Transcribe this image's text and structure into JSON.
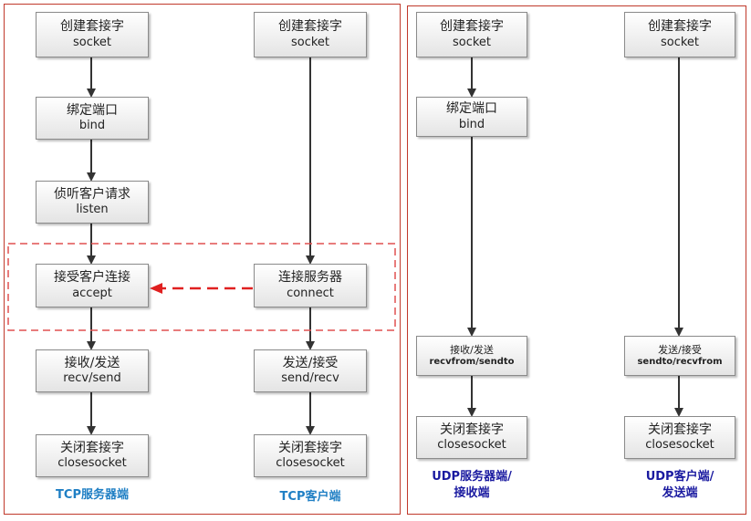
{
  "colors": {
    "tcp_caption": "#1f7fc4",
    "udp_caption": "#1a1aa0",
    "panel_border": "#c0392b",
    "connect_arrow": "#e02020",
    "line": "#333333"
  },
  "tcp_server": {
    "socket": {
      "cn": "创建套接字",
      "en": "socket"
    },
    "bind": {
      "cn": "绑定端口",
      "en": "bind"
    },
    "listen": {
      "cn": "侦听客户请求",
      "en": "listen"
    },
    "accept": {
      "cn": "接受客户连接",
      "en": "accept"
    },
    "recv_send": {
      "cn": "接收/发送",
      "en": "recv/send"
    },
    "close": {
      "cn": "关闭套接字",
      "en": "closesocket"
    },
    "caption": "TCP服务器端"
  },
  "tcp_client": {
    "socket": {
      "cn": "创建套接字",
      "en": "socket"
    },
    "connect": {
      "cn": "连接服务器",
      "en": "connect"
    },
    "send_recv": {
      "cn": "发送/接受",
      "en": "send/recv"
    },
    "close": {
      "cn": "关闭套接字",
      "en": "closesocket"
    },
    "caption": "TCP客户端"
  },
  "udp_server": {
    "socket": {
      "cn": "创建套接字",
      "en": "socket"
    },
    "bind": {
      "cn": "绑定端口",
      "en": "bind"
    },
    "recvfrom_sendto": {
      "cn": "接收/发送",
      "en": "recvfrom/sendto"
    },
    "close": {
      "cn": "关闭套接字",
      "en": "closesocket"
    },
    "caption_line1": "UDP服务器端/",
    "caption_line2": "接收端"
  },
  "udp_client": {
    "socket": {
      "cn": "创建套接字",
      "en": "socket"
    },
    "sendto_recvfrom": {
      "cn": "发送/接受",
      "en": "sendto/recvfrom"
    },
    "close": {
      "cn": "关闭套接字",
      "en": "closesocket"
    },
    "caption_line1": "UDP客户端/",
    "caption_line2": "发送端"
  }
}
